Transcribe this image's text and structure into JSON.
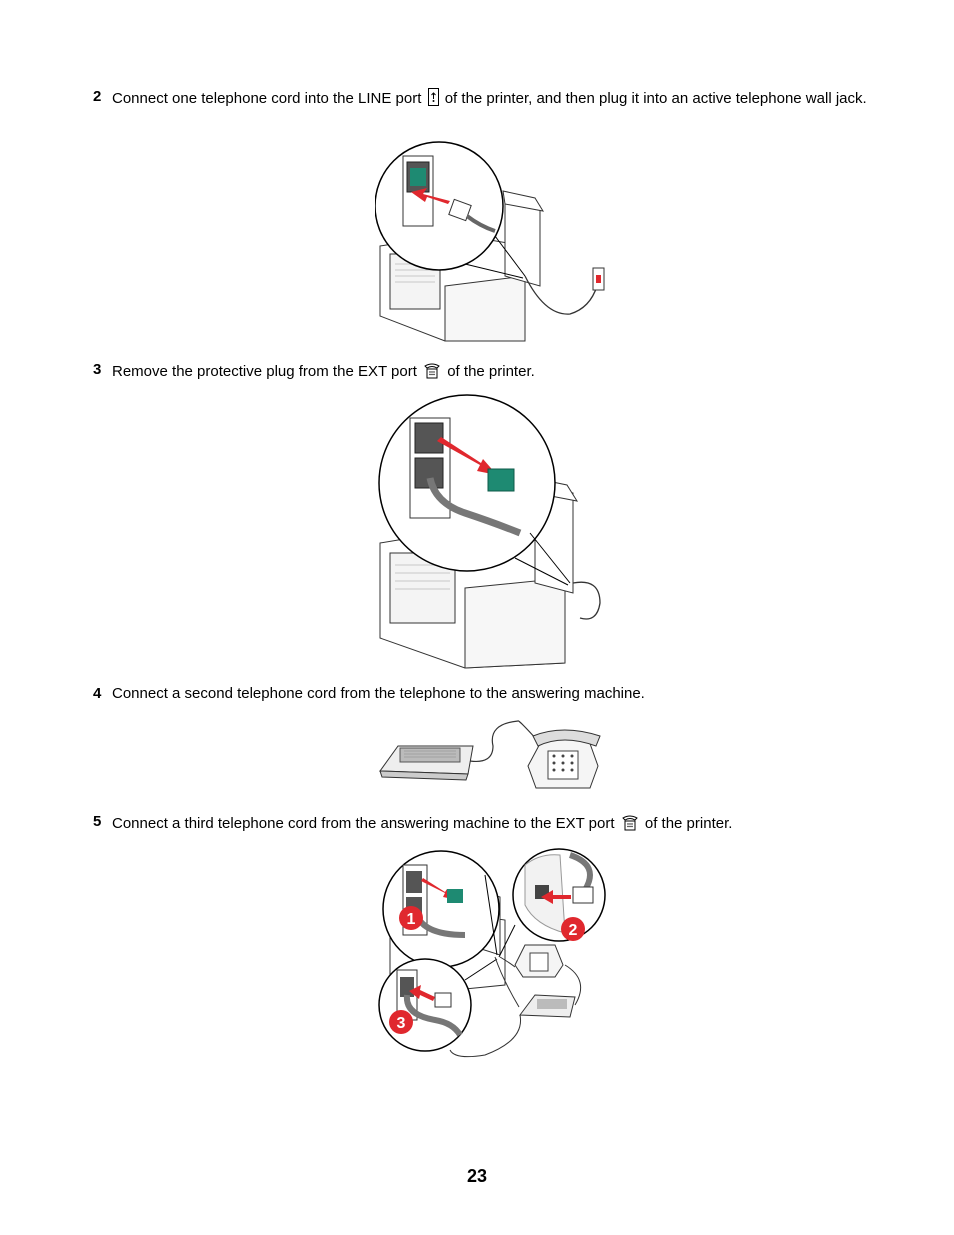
{
  "steps": [
    {
      "number": "2",
      "text_before": "Connect one telephone cord into the LINE port",
      "icon": "line-port-icon",
      "text_after": "of the printer, and then plug it into an active telephone wall jack."
    },
    {
      "number": "3",
      "text_before": "Remove the protective plug from the EXT port",
      "icon": "ext-port-icon",
      "text_after": "of the printer."
    },
    {
      "number": "4",
      "text": "Connect a second telephone cord from the telephone to the answering machine."
    },
    {
      "number": "5",
      "text_before": "Connect a third telephone cord from the answering machine to the EXT port",
      "icon": "ext-port-icon",
      "text_after": "of the printer."
    }
  ],
  "figure_callouts": [
    "1",
    "2",
    "3"
  ],
  "page_number": "23",
  "colors": {
    "accent_red": "#e0282e",
    "plug_green": "#1e8a72",
    "line_gray": "#333333"
  }
}
